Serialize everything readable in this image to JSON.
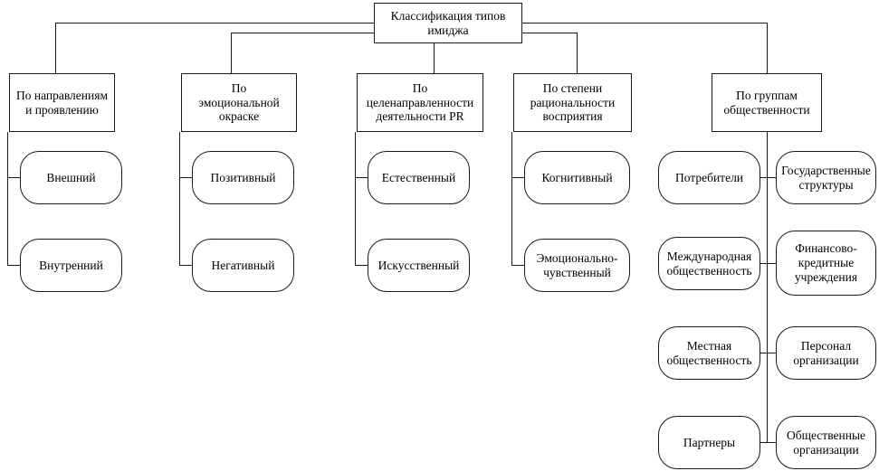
{
  "diagram": {
    "title": "Классификация типов имиджа",
    "root": {
      "label": "Классификация типов\nимиджа"
    },
    "branches": [
      {
        "header": "По направлениям\nи проявлению",
        "children": [
          "Внешний",
          "Внутренний"
        ]
      },
      {
        "header": "По\nэмоциональной\nокраске",
        "children": [
          "Позитивный",
          "Негативный"
        ]
      },
      {
        "header": "По\nцеленаправленности\nдеятельности PR",
        "children": [
          "Естественный",
          "Искусственный"
        ]
      },
      {
        "header": "По степени\nрациональности\nвосприятия",
        "children": [
          "Когнитивный",
          "Эмоционально-\nчувственный"
        ]
      },
      {
        "header": "По группам\nобщественности",
        "children_left": [
          "Потребители",
          "Международная\nобщественность",
          "Местная\nобщественность",
          "Партнеры"
        ],
        "children_right": [
          "Государственные\nструктуры",
          "Финансово-\nкредитные\nучреждения",
          "Персонал\nорганизации",
          "Общественные\nорганизации"
        ]
      }
    ]
  },
  "style": {
    "line_color": "#1a1a1a",
    "text_color": "#000000",
    "background": "#ffffff"
  }
}
